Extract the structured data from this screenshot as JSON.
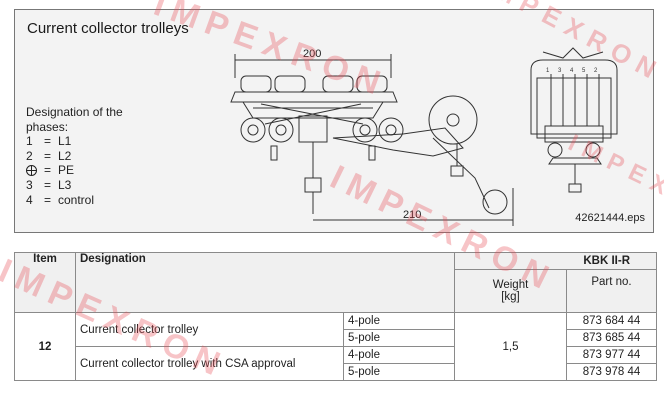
{
  "figure": {
    "title": "Current collector trolleys",
    "legend_heading": [
      "Designation of the",
      "phases:"
    ],
    "phases": [
      {
        "key": "1",
        "value": "L1"
      },
      {
        "key": "2",
        "value": "L2"
      },
      {
        "key": "pe",
        "value": "PE"
      },
      {
        "key": "3",
        "value": "L3"
      },
      {
        "key": "4",
        "value": "control"
      }
    ],
    "equals": "=",
    "dim_top": "200",
    "dim_bottom": "210",
    "file_ref": "42621444.eps"
  },
  "table": {
    "headers": {
      "item": "Item",
      "designation": "Designation",
      "group": "KBK II-R",
      "weight": "Weight",
      "weight_unit": "[kg]",
      "part_no": "Part no."
    },
    "item_no": "12",
    "weight_value": "1,5",
    "rows": [
      {
        "designation": "Current collector trolley",
        "variants": [
          {
            "pole": "4-pole",
            "part_no": "873 684 44"
          },
          {
            "pole": "5-pole",
            "part_no": "873 685 44"
          }
        ]
      },
      {
        "designation": "Current collector trolley with CSA approval",
        "variants": [
          {
            "pole": "4-pole",
            "part_no": "873 977 44"
          },
          {
            "pole": "5-pole",
            "part_no": "873 978 44"
          }
        ]
      }
    ]
  },
  "watermark": {
    "text": "IMPEXRON",
    "color": "#e64650"
  }
}
